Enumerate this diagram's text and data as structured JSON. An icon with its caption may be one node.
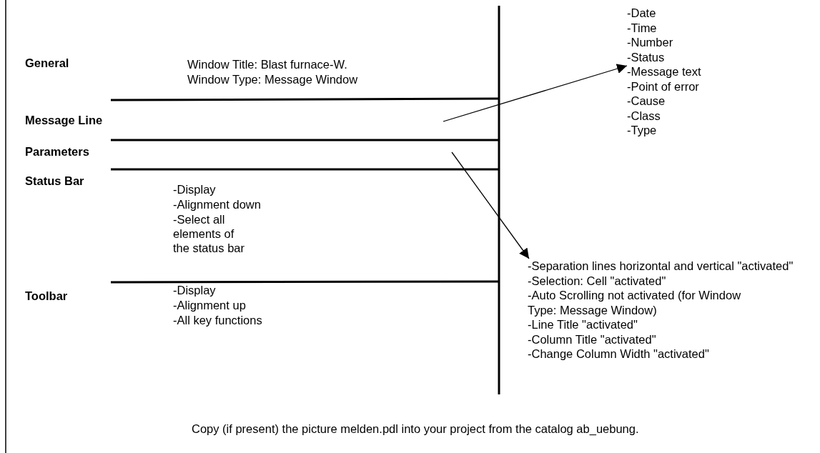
{
  "diagram": {
    "caption": "Copy (if present) the picture melden.pdl into your project from the catalog ab_uebung.",
    "nodes": [
      {
        "text": [
          "-Date",
          "-Time",
          "-Number",
          "-Status",
          "-Message text",
          "-Point of error",
          "-Cause",
          "-Class",
          "-Type"
        ]
      },
      {
        "text": [
          "-Separation lines horizontal and vertical \"activated\"",
          "-Selection: Cell \"activated\"",
          "-Auto Scrolling not activated (for Window Type: Message Window)",
          "-Line Title \"activated\"",
          "-Column Title \"activated\"",
          "-Change Column Width \"activated\""
        ]
      }
    ],
    "edges": [
      {
        "from": null,
        "to": 0,
        "arrow": "to"
      },
      {
        "from": null,
        "to": 1,
        "arrow": "to"
      }
    ],
    "labels": [
      "General",
      "Window Title: Blast furnace-W.",
      "Window Type: Message Window",
      "Message Line",
      "Parameters",
      "Status Bar",
      "-Display",
      "-Alignment down",
      "-Select all elements of the status bar",
      "Toolbar",
      "-Display",
      "-Alignment up",
      "-All key functions"
    ]
  }
}
